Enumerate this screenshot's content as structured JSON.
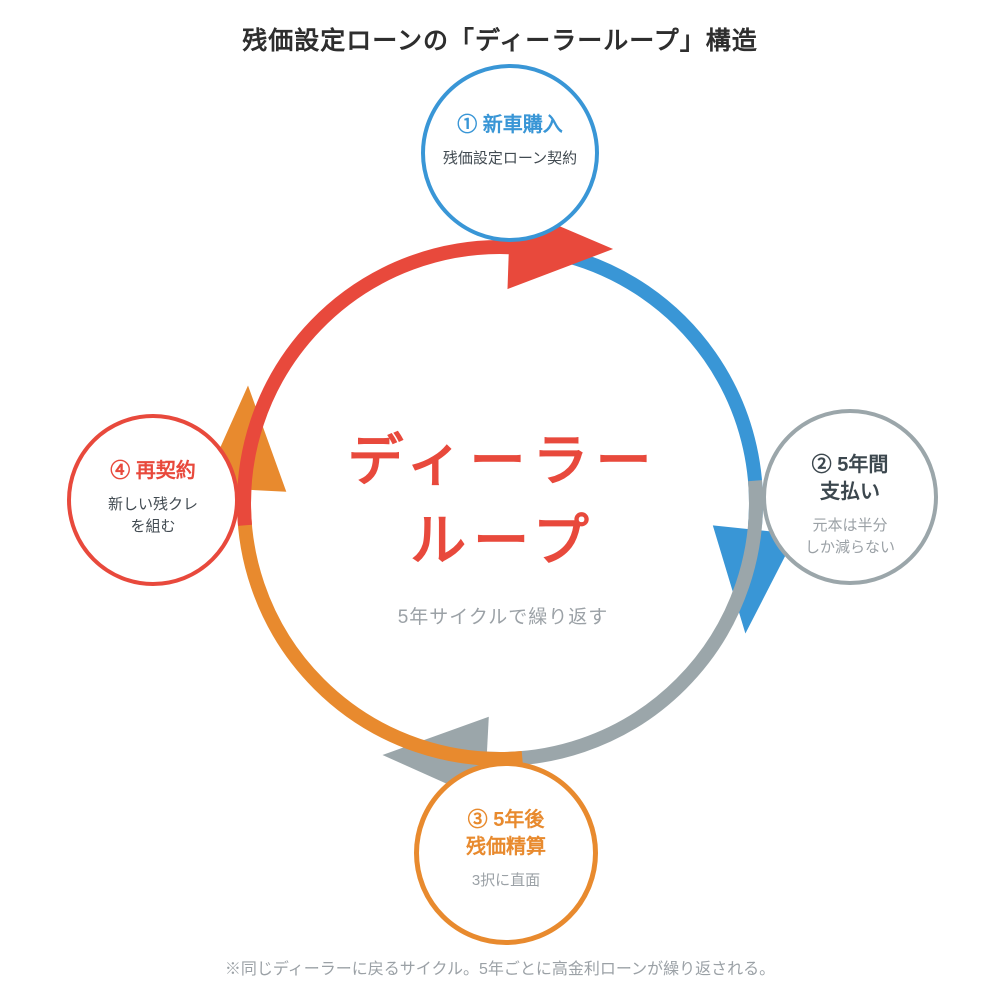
{
  "title": "残価設定ローンの「ディーラーループ」構造",
  "center": {
    "line1": "ディーラー",
    "line2": "ループ",
    "caption": "5年サイクルで繰り返す"
  },
  "nodes": {
    "purchase": {
      "title": "① 新車購入",
      "desc": "残価設定ローン契約"
    },
    "payment": {
      "title1": "② 5年間",
      "title2": "支払い",
      "desc1": "元本は半分",
      "desc2": "しか減らない"
    },
    "settlement": {
      "title1": "③ 5年後",
      "title2": "残価精算",
      "desc": "3択に直面"
    },
    "recontract": {
      "title": "④ 再契約",
      "desc1": "新しい残クレ",
      "desc2": "を組む"
    }
  },
  "footnote": "※同じディーラーに戻るサイクル。5年ごとに高金利ローンが繰り返される。",
  "colors": {
    "blue": "#3996d6",
    "gray": "#9ba6aa",
    "orange": "#e88a2e",
    "red": "#e8493c",
    "title_text": "#2e2e2e",
    "dark_text": "#414a51",
    "muted_text": "#9ba1a6"
  }
}
